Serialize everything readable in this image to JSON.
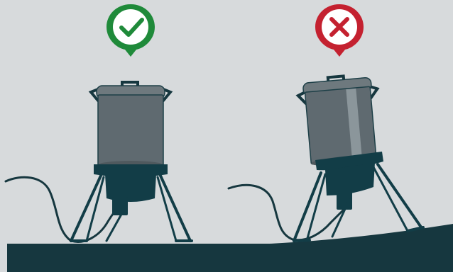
{
  "colors": {
    "background": "#d7dadc",
    "ground": "#16373f",
    "pot_body": "#5f6a70",
    "pot_lid": "#6e797e",
    "pot_shine": "#8b969b",
    "pot_outline": "#1d3f47",
    "burner": "#123d47",
    "success": "#1f8a3a",
    "error": "#c42130",
    "badge_inner": "#ffffff"
  },
  "scenes": [
    {
      "id": "correct",
      "status": "correct",
      "badge_icon": "check-icon",
      "ground": "level"
    },
    {
      "id": "incorrect",
      "status": "incorrect",
      "badge_icon": "x-icon",
      "ground": "sloped"
    }
  ]
}
